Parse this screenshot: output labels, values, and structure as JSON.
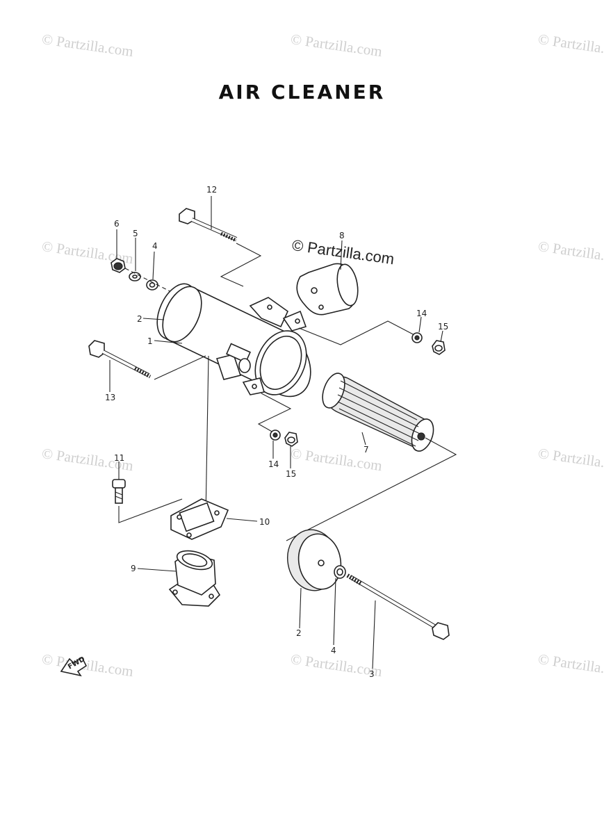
{
  "title": "AIR CLEANER",
  "watermark": {
    "text": "© Partzilla.com",
    "center_text": "© Partzilla.com"
  },
  "callouts": {
    "c1": "1",
    "c2a": "2",
    "c2b": "2",
    "c3": "3",
    "c4a": "4",
    "c4b": "4",
    "c5": "5",
    "c6": "6",
    "c7": "7",
    "c8": "8",
    "c9": "9",
    "c10": "10",
    "c11": "11",
    "c12": "12",
    "c13": "13",
    "c14a": "14",
    "c14b": "14",
    "c15a": "15",
    "c15b": "15"
  },
  "fwd_label": "FWD",
  "colors": {
    "ink": "#222222",
    "watermark": "#cfcfcf",
    "paper": "#ffffff"
  }
}
